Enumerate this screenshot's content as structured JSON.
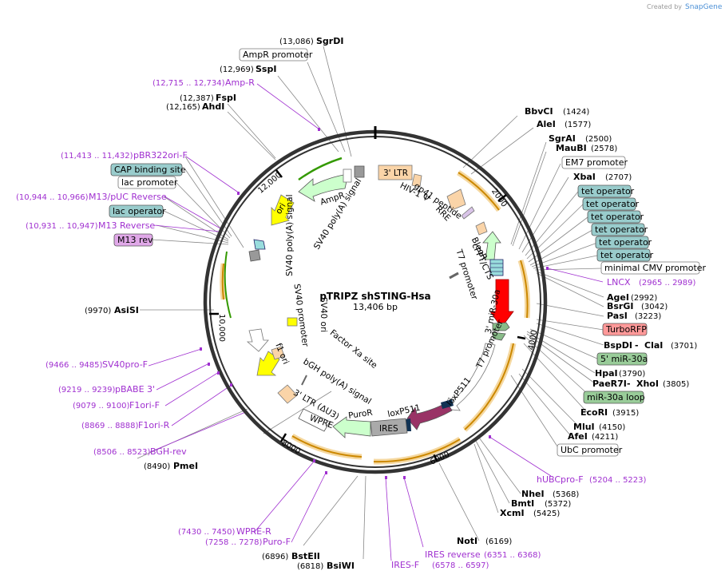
{
  "header": {
    "credit": "Created by",
    "brand": "SnapGene"
  },
  "plasmid": {
    "name": "pTRIPZ shSTING-Hsa",
    "length": "13,406 bp"
  },
  "ticks": [
    "2000",
    "4000",
    "6000",
    "8000",
    "10,000",
    "12,000"
  ],
  "left_labels": [
    {
      "pos": "(13,086)",
      "name": "SgrDI"
    },
    {
      "name": "AmpR promoter"
    },
    {
      "pos": "(12,969)",
      "name": "SspI"
    },
    {
      "pos": "(12,715 .. 12,734)",
      "name": "Amp-R"
    },
    {
      "pos": "(12,387)",
      "name": "FspI"
    },
    {
      "pos": "(12,165)",
      "name": "AhdI"
    },
    {
      "pos": "(11,413 .. 11,432)",
      "name": "pBR322ori-F"
    },
    {
      "name": "CAP binding site"
    },
    {
      "name": "lac promoter"
    },
    {
      "pos": "(10,944 .. 10,966)",
      "name": "M13/pUC Reverse"
    },
    {
      "name": "lac operator"
    },
    {
      "pos": "(10,931 .. 10,947)",
      "name": "M13 Reverse"
    },
    {
      "name": "M13 rev"
    },
    {
      "pos": "(9970)",
      "name": "AsiSI"
    },
    {
      "pos": "(9466 .. 9485)",
      "name": "SV40pro-F"
    },
    {
      "pos": "(9219 .. 9239)",
      "name": "pBABE 3'"
    },
    {
      "pos": "(9079 .. 9100)",
      "name": "F1ori-F"
    },
    {
      "pos": "(8869 .. 8888)",
      "name": "F1ori-R"
    },
    {
      "pos": "(8506 .. 8523)",
      "name": "BGH-rev"
    },
    {
      "pos": "(8490)",
      "name": "PmeI"
    },
    {
      "pos": "(7430 .. 7450)",
      "name": "WPRE-R"
    },
    {
      "pos": "(7258 .. 7278)",
      "name": "Puro-F"
    },
    {
      "pos": "(6896)",
      "name": "BstEII"
    },
    {
      "pos": "(6818)",
      "name": "BsiWI"
    },
    {
      "name": "IRES-F"
    }
  ],
  "right_labels": [
    {
      "name": "BbvCI",
      "pos": "(1424)"
    },
    {
      "name": "AleI",
      "pos": "(1577)"
    },
    {
      "name": "SgrAI",
      "pos": "(2500)"
    },
    {
      "name": "MauBI",
      "pos": "(2578)"
    },
    {
      "name": "EM7 promoter"
    },
    {
      "name": "XbaI",
      "pos": "(2707)"
    },
    {
      "name": "tet operator"
    },
    {
      "name": "tet operator"
    },
    {
      "name": "tet operator"
    },
    {
      "name": "tet operator"
    },
    {
      "name": "tet operator"
    },
    {
      "name": "tet operator"
    },
    {
      "name": "minimal CMV promoter"
    },
    {
      "name": "LNCX",
      "pos": "(2965 .. 2989)"
    },
    {
      "name": "AgeI",
      "pos": "(2992)"
    },
    {
      "name": "BsrGI",
      "pos": "(3042)"
    },
    {
      "name": "PasI",
      "pos": "(3223)"
    },
    {
      "name": "TurboRFP"
    },
    {
      "name": "BspDI",
      "sep": " - ",
      "name2": "ClaI",
      "pos": "(3701)"
    },
    {
      "name": "5' miR-30a"
    },
    {
      "name": "HpaI",
      "pos": "(3790)"
    },
    {
      "name": "PaeR7I",
      "sep": " - ",
      "name2": "XhoI",
      "pos": "(3805)"
    },
    {
      "name": "miR-30a loop"
    },
    {
      "name": "EcoRI",
      "pos": "(3915)"
    },
    {
      "name": "MluI",
      "pos": "(4150)"
    },
    {
      "name": "AfeI",
      "pos": "(4211)"
    },
    {
      "name": "UbC promoter"
    },
    {
      "name": "hUBCpro-F",
      "pos": "(5204 .. 5223)"
    },
    {
      "name": "NheI",
      "pos": "(5368)"
    },
    {
      "name": "BmtI",
      "pos": "(5372)"
    },
    {
      "name": "XcmI",
      "pos": "(5425)"
    },
    {
      "name": "NotI",
      "pos": "(6169)"
    },
    {
      "name": "IRES reverse",
      "pos": "(6351 .. 6368)"
    },
    {
      "name": "",
      "pos": "(6578 .. 6597)"
    }
  ],
  "features": {
    "ltr3": "3' LTR",
    "hiv": "HIV-1 Ψ",
    "rre": "RRE",
    "gp41": "gp41 peptide",
    "bleor": "BleoR",
    "cppt": "cPPT/CTS",
    "t7a": "T7 promoter",
    "mir3": "3' miR-30a",
    "t7b": "T7 promoter",
    "loxp1": "loxP511",
    "rtta3": "rtTA3",
    "loxp2": "loxP511",
    "ires": "IRES",
    "puror": "PuroR",
    "wpre": "WPRE",
    "ltr3d": "3' LTR (ΔU3)",
    "bgh": "bGH poly(A) signal",
    "factor": "Factor Xa site",
    "f1": "f1 ori",
    "sv40ori": "SV40 ori",
    "sv40p": "SV40 promoter",
    "sv40pa1": "SV40 poly(A) signal",
    "sv40pa2": "SV40 poly(A) signal",
    "ori": "ori",
    "ampr": "AmpR"
  },
  "colors": {
    "ampr": "#ccffcc",
    "ori": "#ffff00",
    "turborfp": "#ff0000",
    "rtta3": "#993366",
    "primer": "#a030d0",
    "enzyme_box_blue": "#99cccc",
    "enzyme_box_green": "#99cc99"
  }
}
